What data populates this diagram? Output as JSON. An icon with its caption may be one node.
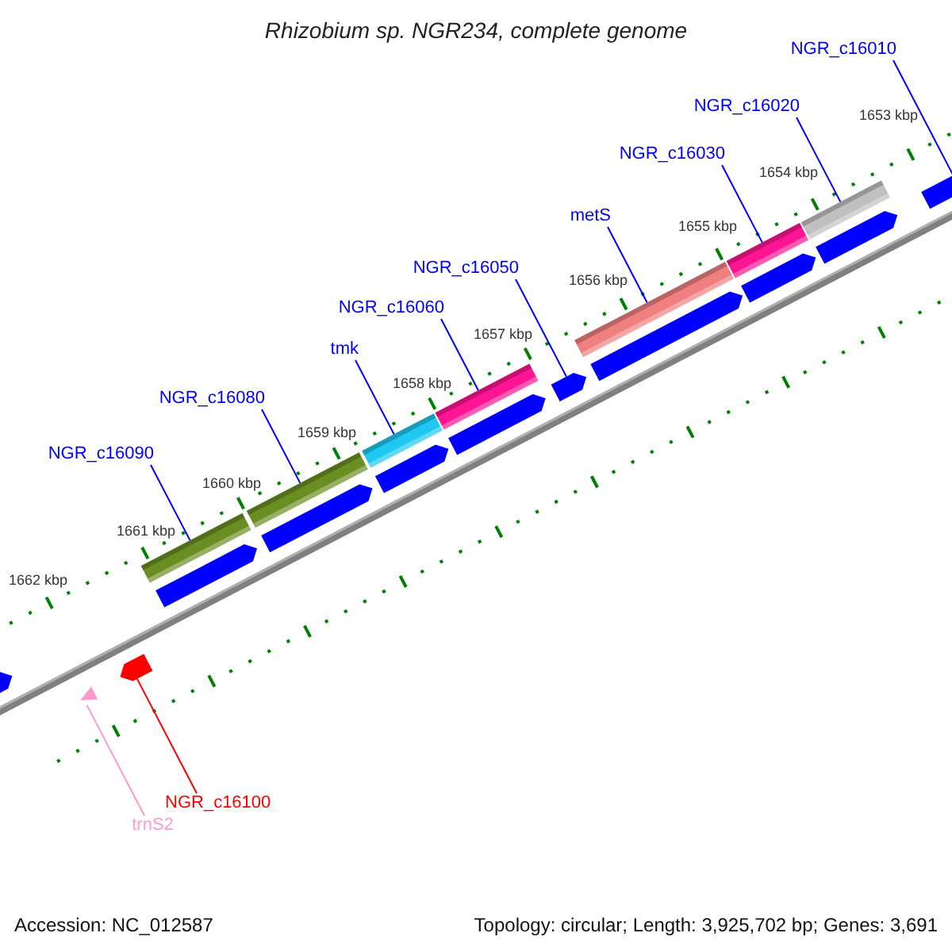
{
  "diagram": {
    "title": "Rhizobium sp. NGR234, complete genome",
    "nodes": [
      {
        "text": [
          "NGR_c16010"
        ]
      },
      {
        "text": [
          "NGR_c16020"
        ]
      },
      {
        "text": [
          "NGR_c16030"
        ]
      },
      {
        "text": [
          "metS"
        ]
      },
      {
        "text": [
          "NGR_c16050"
        ]
      },
      {
        "text": [
          "NGR_c16060"
        ]
      },
      {
        "text": [
          "tmk"
        ]
      },
      {
        "text": [
          "NGR_c16080"
        ]
      },
      {
        "text": [
          "NGR_c16090"
        ]
      },
      {
        "text": [
          "NGR_c16100"
        ]
      },
      {
        "text": [
          "trnS2"
        ]
      },
      {
        "text": [],
        "shape": "bar"
      },
      {
        "text": [],
        "shape": "bar"
      },
      {
        "text": [],
        "shape": "bar"
      },
      {
        "text": [],
        "shape": "bar"
      },
      {
        "text": [],
        "shape": "bar"
      },
      {
        "text": [],
        "shape": "bar"
      },
      {
        "text": [],
        "shape": "bar"
      },
      {
        "text": [],
        "shape": "bar"
      },
      {
        "text": [],
        "shape": "bar"
      },
      {
        "text": [],
        "shape": "bar"
      },
      {
        "text": [],
        "shape": "bar"
      },
      {
        "text": [],
        "shape": "bar"
      },
      {
        "text": [],
        "shape": "bar"
      },
      {
        "text": [],
        "shape": "bar"
      },
      {
        "text": [],
        "shape": "bar"
      },
      {
        "text": [],
        "shape": "bar"
      },
      {
        "text": [],
        "shape": "bar"
      },
      {
        "text": [],
        "shape": "bar"
      },
      {
        "text": [],
        "shape": "triangle"
      }
    ],
    "edges": [
      {
        "from": 0,
        "to": 18,
        "arrow": "none"
      },
      {
        "from": 1,
        "to": 11,
        "arrow": "none"
      },
      {
        "from": 2,
        "to": 12,
        "arrow": "none"
      },
      {
        "from": 3,
        "to": 13,
        "arrow": "none"
      },
      {
        "from": 4,
        "to": 22,
        "arrow": "none"
      },
      {
        "from": 5,
        "to": 14,
        "arrow": "none"
      },
      {
        "from": 6,
        "to": 15,
        "arrow": "none"
      },
      {
        "from": 7,
        "to": 16,
        "arrow": "none"
      },
      {
        "from": 8,
        "to": 17,
        "arrow": "none"
      },
      {
        "from": 9,
        "to": 28,
        "arrow": "none",
        "color": "#ff0000"
      },
      {
        "from": 10,
        "to": 29,
        "arrow": "none",
        "color": "#ff99cc"
      }
    ],
    "labels": [
      "1653 kbp",
      "1654 kbp",
      "1655 kbp",
      "1656 kbp",
      "1657 kbp",
      "1658 kbp",
      "1659 kbp",
      "1660 kbp",
      "1661 kbp",
      "1662 kbp",
      "Accession: NC_012587",
      "Topology: circular; Length: 3,925,702 bp; Genes: 3,691"
    ]
  }
}
